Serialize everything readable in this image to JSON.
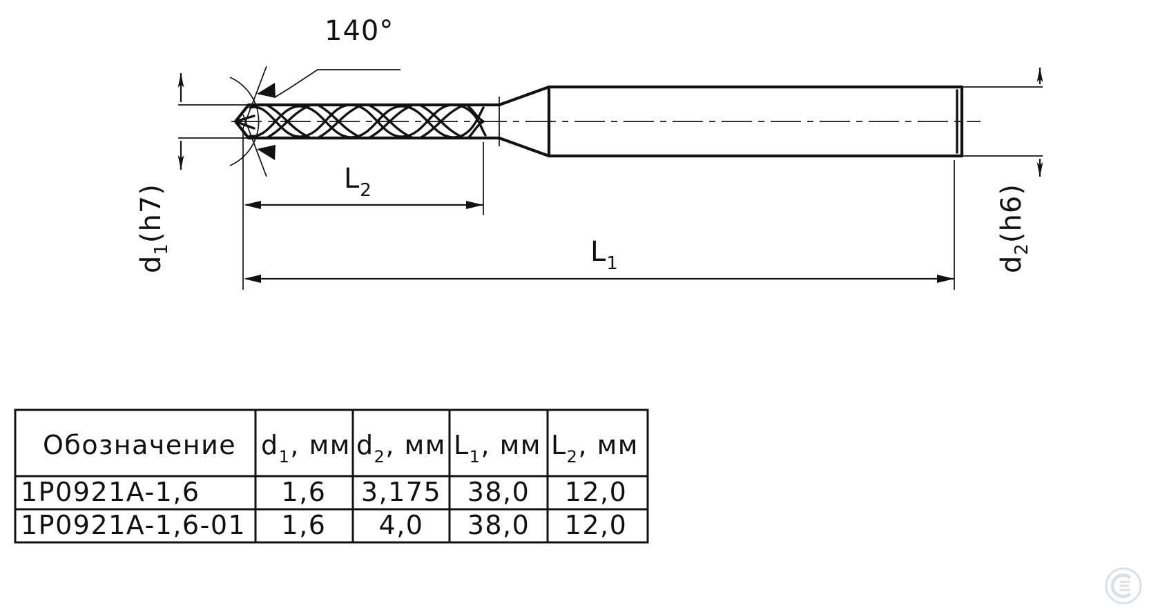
{
  "drawing": {
    "title": "Micro drill technical drawing",
    "annotations": {
      "point_angle": "140°",
      "d1_label": "d",
      "d1_sub": "1",
      "d1_tol": "(h7)",
      "d2_label": "d",
      "d2_sub": "2",
      "d2_tol": "(h6)",
      "l1_label": "L",
      "l1_sub": "1",
      "l2_label": "L",
      "l2_sub": "2"
    },
    "colors": {
      "line": "#111111",
      "background": "#ffffff"
    }
  },
  "table": {
    "headers": [
      {
        "text": "Обозначение",
        "sub": "",
        "unit": ""
      },
      {
        "text": "d",
        "sub": "1",
        "unit": ", мм"
      },
      {
        "text": "d",
        "sub": "2",
        "unit": ", мм"
      },
      {
        "text": "L",
        "sub": "1",
        "unit": ", мм"
      },
      {
        "text": "L",
        "sub": "2",
        "unit": ", мм"
      }
    ],
    "rows": [
      {
        "designation": "1P0921A-1,6",
        "d1": "1,6",
        "d2": "3,175",
        "l1": "38,0",
        "l2": "12,0"
      },
      {
        "designation": "1P0921A-1,6-01",
        "d1": "1,6",
        "d2": "4,0",
        "l1": "38,0",
        "l2": "12,0"
      }
    ]
  },
  "watermark": {
    "label": "watermark-logo"
  }
}
